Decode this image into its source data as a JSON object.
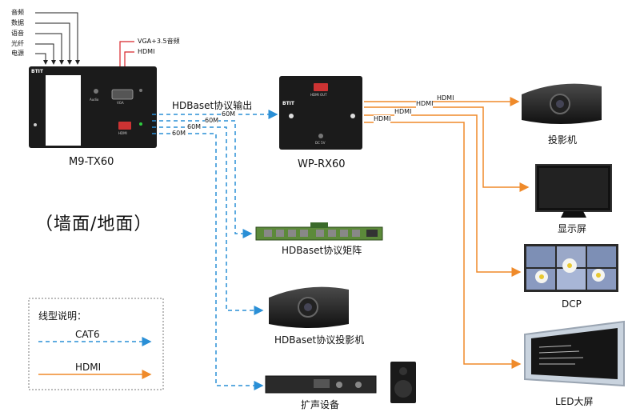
{
  "inputs": [
    "音频",
    "数据",
    "语音",
    "光纤",
    "电源"
  ],
  "tx": {
    "name": "M9-TX60",
    "brand": "BTIT",
    "port_audio": "Audio",
    "port_vga": "VGA",
    "port_hdmi": "HDMI",
    "top_label_vga": "VGA+3.5音频",
    "top_label_hdmi": "HDMI"
  },
  "install_note": "（墙面/地面）",
  "hdbaset_output": "HDBaset协议输出",
  "distances": [
    "60M",
    "60M",
    "60M",
    "60M"
  ],
  "rx": {
    "name": "WP-RX60",
    "brand": "BTIT",
    "port_hdmi": "HDMI OUT",
    "port_dc": "DC 5V"
  },
  "hdmi_labels": [
    "HDMI",
    "HDMI",
    "HDMI",
    "HDMI"
  ],
  "outputs": [
    {
      "label": "投影机"
    },
    {
      "label": "显示屏"
    },
    {
      "label": "DCP"
    },
    {
      "label": "LED大屏"
    }
  ],
  "hdbaset_devices": [
    {
      "label": "HDBaset协议矩阵"
    },
    {
      "label": "HDBaset协议投影机"
    },
    {
      "label": "扩声设备"
    }
  ],
  "legend": {
    "title": "线型说明：",
    "cat6": "CAT6",
    "hdmi": "HDMI"
  },
  "colors": {
    "cat6": "#2a8fd6",
    "hdmi": "#ef8a2a",
    "vga_line": "#d8262b",
    "device": "#1b1b1b"
  }
}
